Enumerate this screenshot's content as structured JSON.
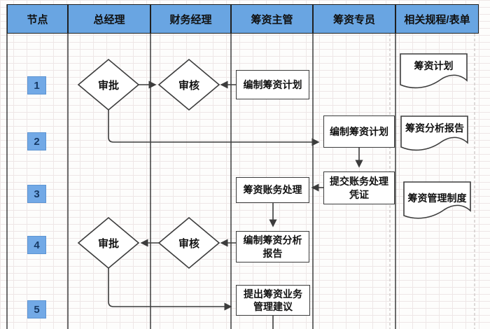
{
  "header": {
    "columns": [
      "节点",
      "总经理",
      "财务经理",
      "筹资主管",
      "筹资专员",
      "相关规程/表单"
    ]
  },
  "row_numbers": [
    "1",
    "2",
    "3",
    "4",
    "5"
  ],
  "flowchart": {
    "decision_approve_1": "审批",
    "decision_review_1": "审核",
    "decision_approve_2": "审批",
    "decision_review_2": "审核",
    "process_make_plan_supervisor": "编制筹资计划",
    "process_make_plan_specialist": "编制筹资计划",
    "process_account_handling": "筹资账务处理",
    "process_submit_voucher": "提交账务处理凭证",
    "process_make_analysis_report": "编制筹资分析报告",
    "process_propose_suggestion": "提出筹资业务管理建议",
    "doc_plan": "筹资计划",
    "doc_analysis_report": "筹资分析报告",
    "doc_management_rules": "筹资管理制度"
  },
  "colors": {
    "header_fill": "#69a5e2",
    "header_text": "#101010",
    "node_fill": "#72a9e6",
    "node_text": "#173a66",
    "line": "#3c3c3c",
    "shape_border": "#3c3c3c",
    "grid": "#eee7e7",
    "dashed": "#c9c2c2"
  }
}
